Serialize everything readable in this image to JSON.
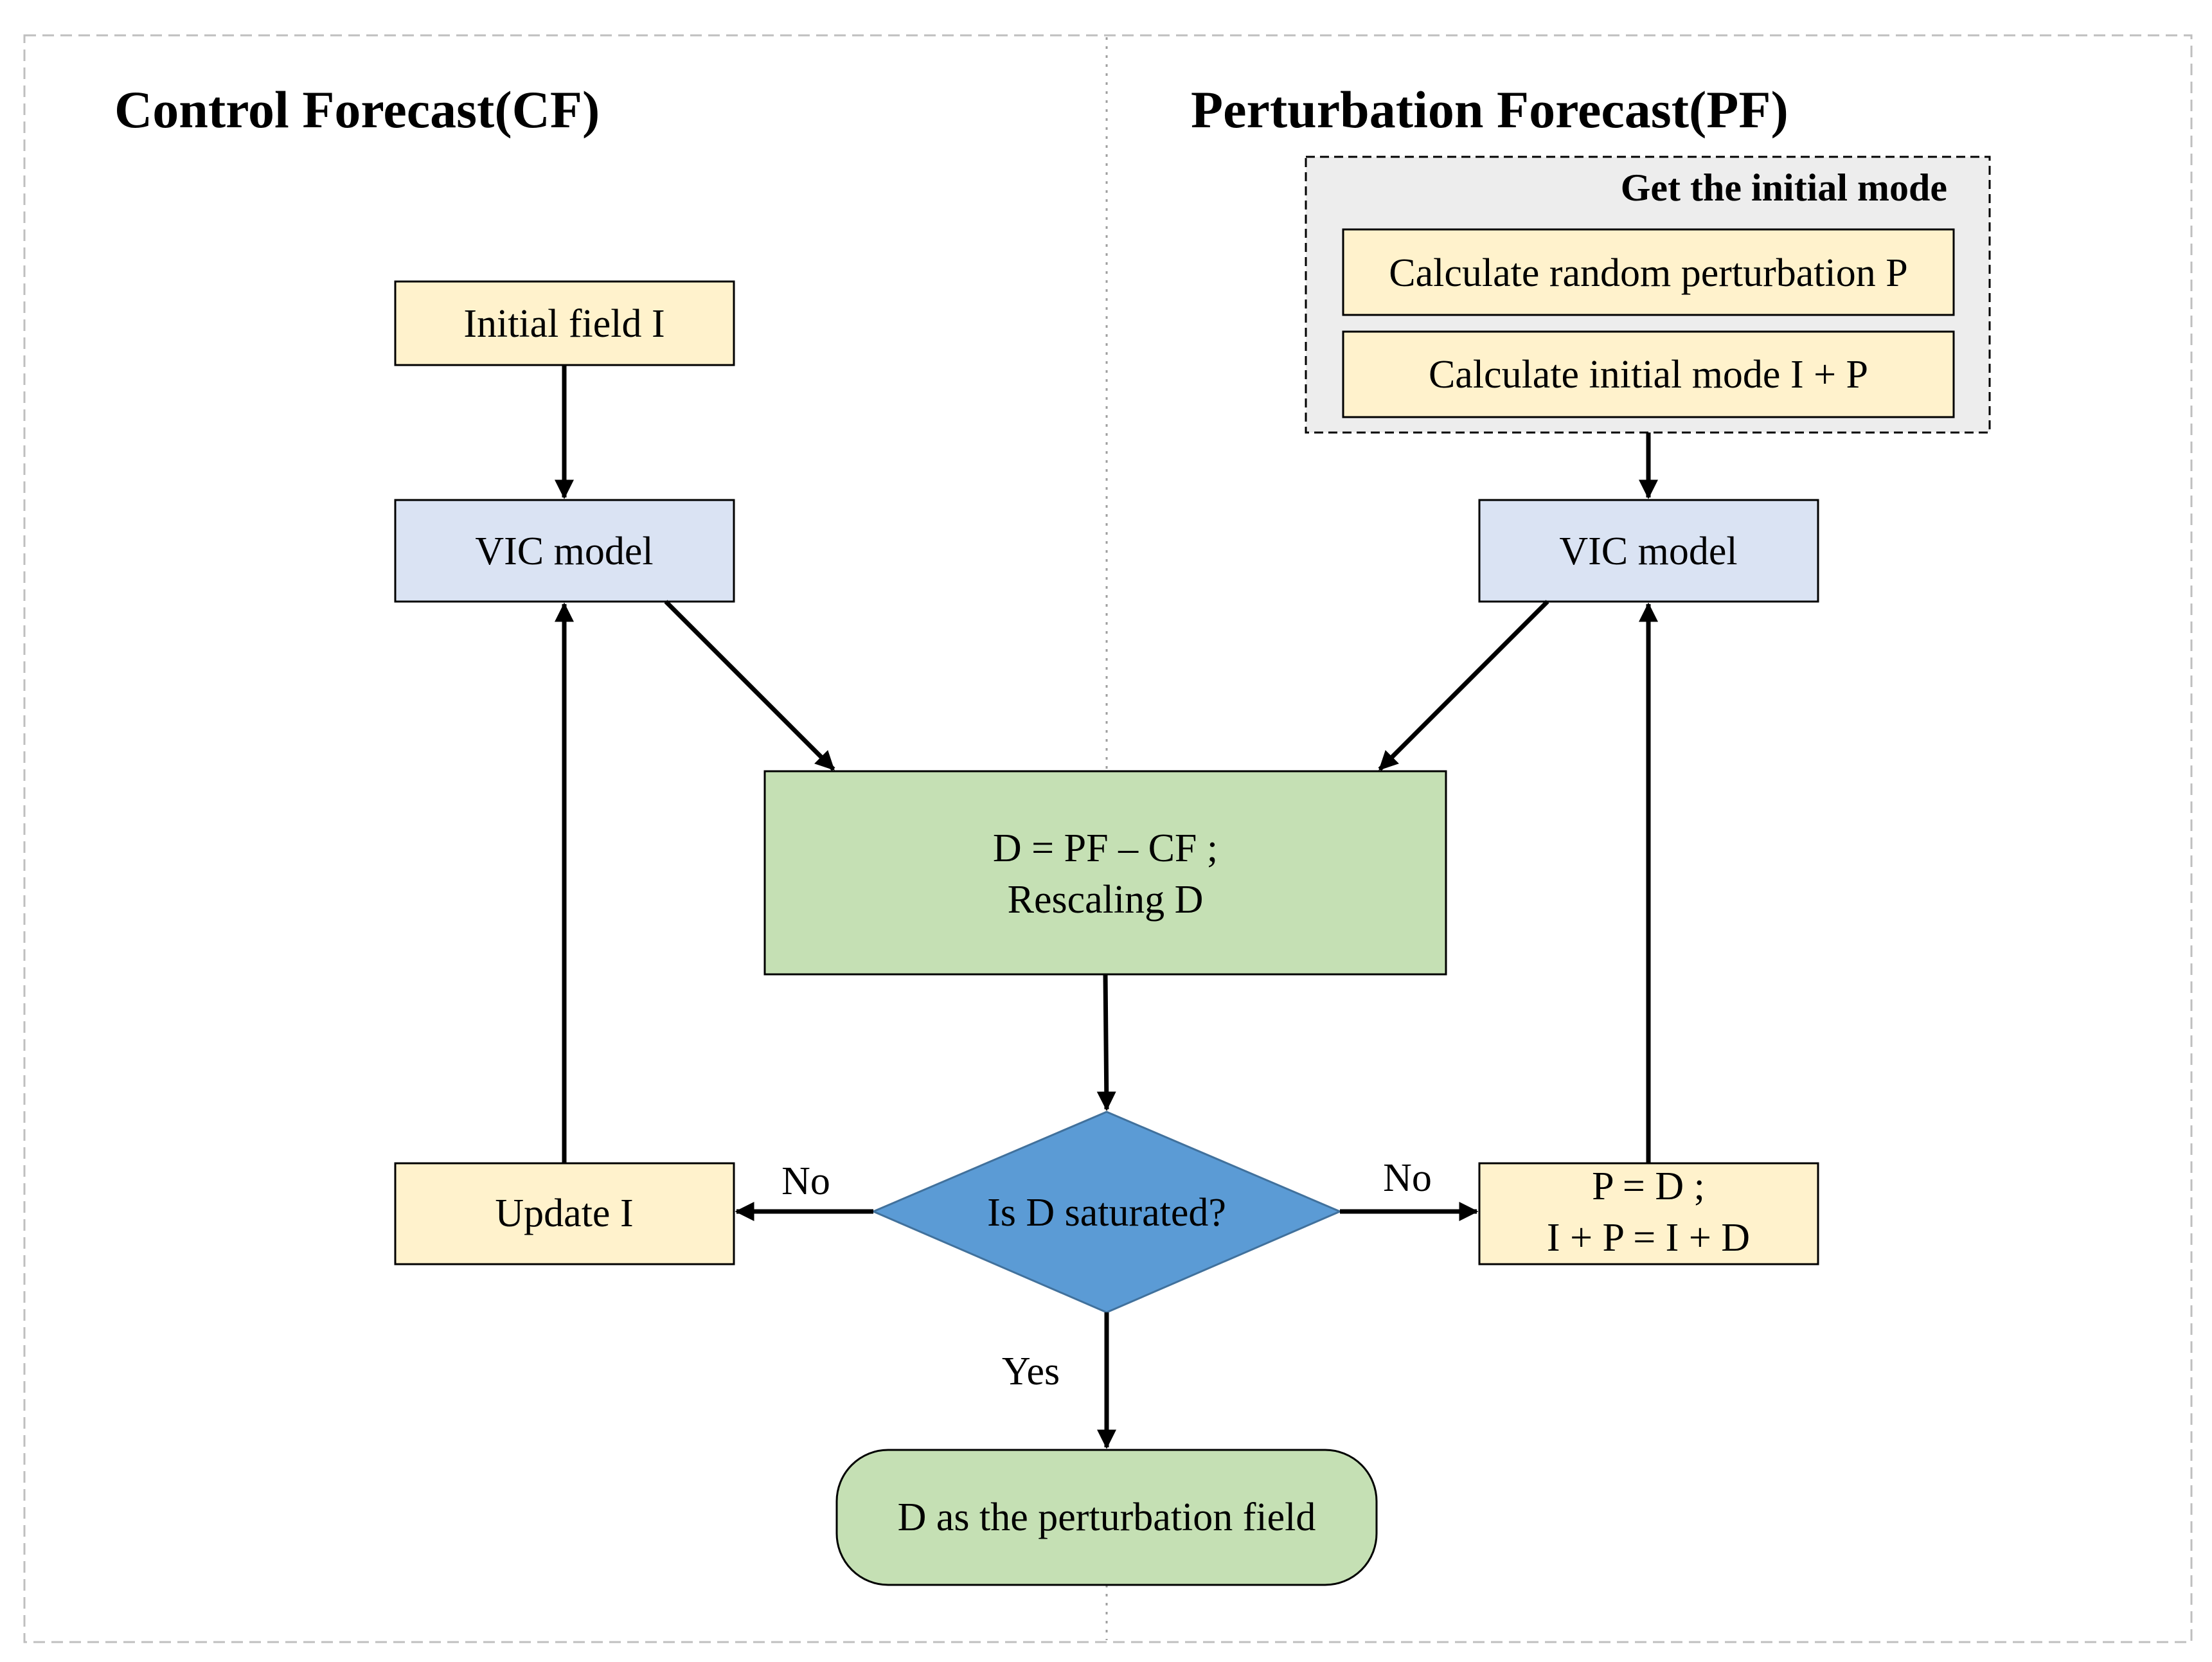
{
  "colors": {
    "yellow_fill": "#FFF2CC",
    "blue_fill": "#DAE3F3",
    "green_fill": "#C5E0B4",
    "diamond_fill": "#5B9BD5",
    "group_fill": "#EDEDED",
    "stroke": "#000000"
  },
  "titles": {
    "left": "Control Forecast(CF)",
    "right": "Perturbation Forecast(PF)"
  },
  "group": {
    "label": "Get the initial mode"
  },
  "nodes": {
    "initial_field": "Initial field I",
    "vic_left": "VIC model",
    "vic_right": "VIC model",
    "calc_random": "Calculate random perturbation P",
    "calc_initial": "Calculate initial mode I + P",
    "d_line1": "D = PF – CF ;",
    "d_line2": "Rescaling D",
    "decision": "Is D saturated?",
    "update_i": "Update I",
    "p_eq_line1": "P = D ;",
    "p_eq_line2": "I + P = I + D",
    "result": "D as the perturbation field"
  },
  "edge_labels": {
    "no_left": "No",
    "no_right": "No",
    "yes": "Yes"
  }
}
